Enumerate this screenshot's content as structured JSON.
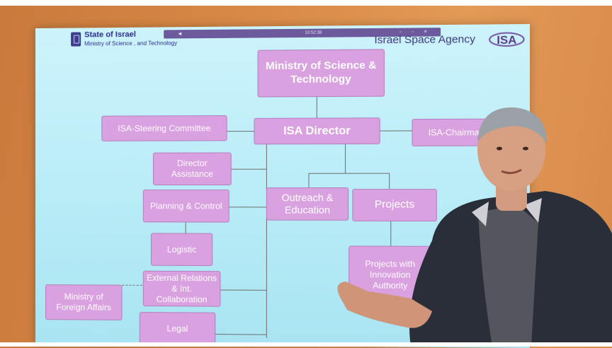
{
  "header": {
    "gov_title": "State of Israel",
    "gov_subtitle": "Ministry of Science , and Technology",
    "agency_name": "Israel Space Agency",
    "logo_text": "ISA",
    "clock": "10:52:38",
    "nav_glyph": "◀",
    "window_controls": "– ▫ ✕"
  },
  "org_chart": {
    "ministry": "Ministry of Science & Technology",
    "director": "ISA Director",
    "steering": "ISA-Steering Committee",
    "chairman": "ISA-Chairman",
    "director_assistance": "Director Assistance",
    "planning": "Planning & Control",
    "logistic": "Logistic",
    "external": "External Relations & Int. Collaboration",
    "legal": "Legal",
    "foreign": "Ministry of Foreign Affairs",
    "outreach": "Outreach & Education",
    "projects": "Projects",
    "projects_innovation": "Projects with Innovation Authority"
  },
  "colors": {
    "box_fill": "#d9a1df",
    "screen_bg": "#c6f0f9",
    "wall": "#d98a48"
  }
}
